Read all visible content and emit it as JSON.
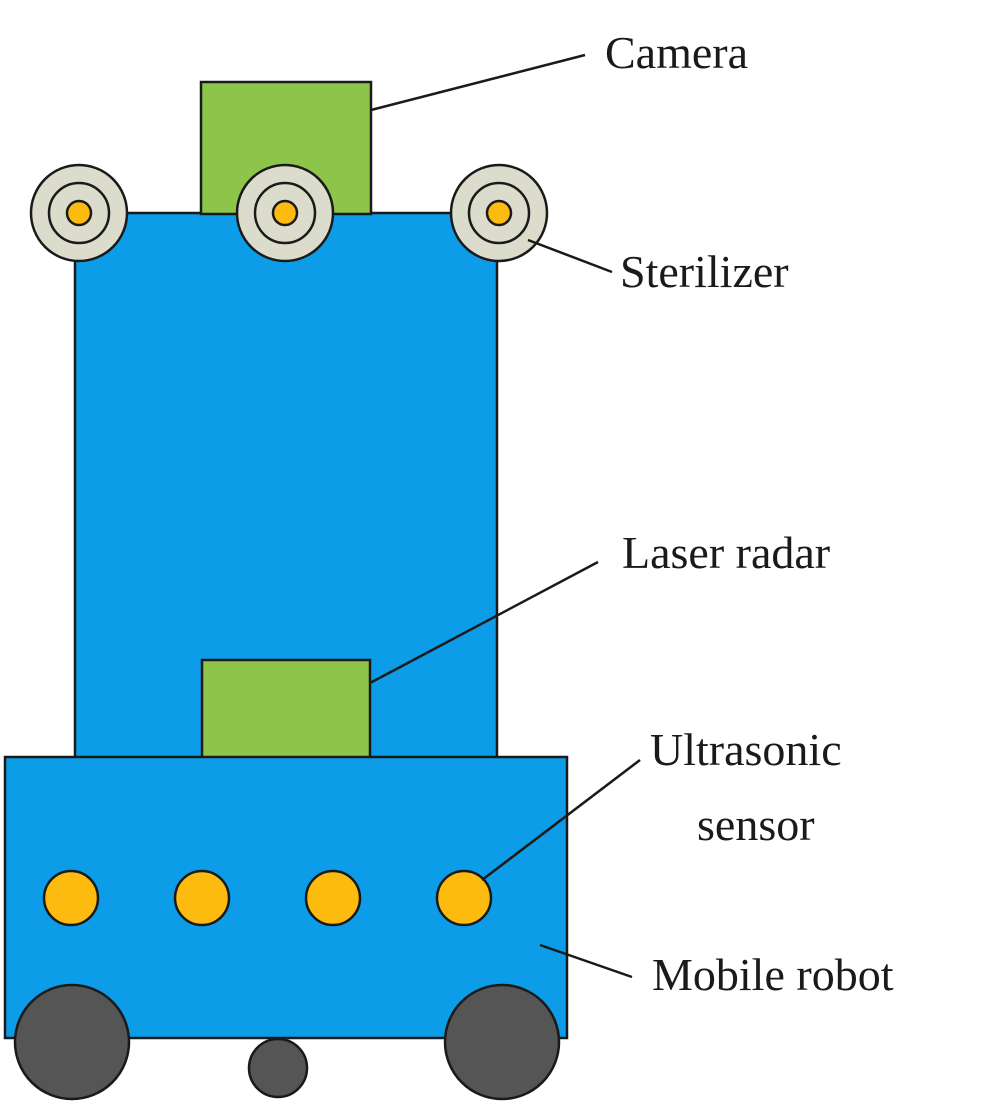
{
  "labels": {
    "camera": "Camera",
    "sterilizer": "Sterilizer",
    "laser_radar": "Laser radar",
    "ultrasonic_line1": "Ultrasonic",
    "ultrasonic_line2": "sensor",
    "mobile_robot": "Mobile robot"
  },
  "colors": {
    "body_blue": "#0d9ce8",
    "module_green": "#8dc54b",
    "sensor_yellow": "#fdbb0f",
    "sterilizer_outer": "#dcdccd",
    "wheel_gray": "#555555",
    "outline": "#1a1a1a"
  },
  "counts": {
    "sterilizers": 3,
    "ultrasonic_sensors": 4,
    "wheels": 3
  }
}
